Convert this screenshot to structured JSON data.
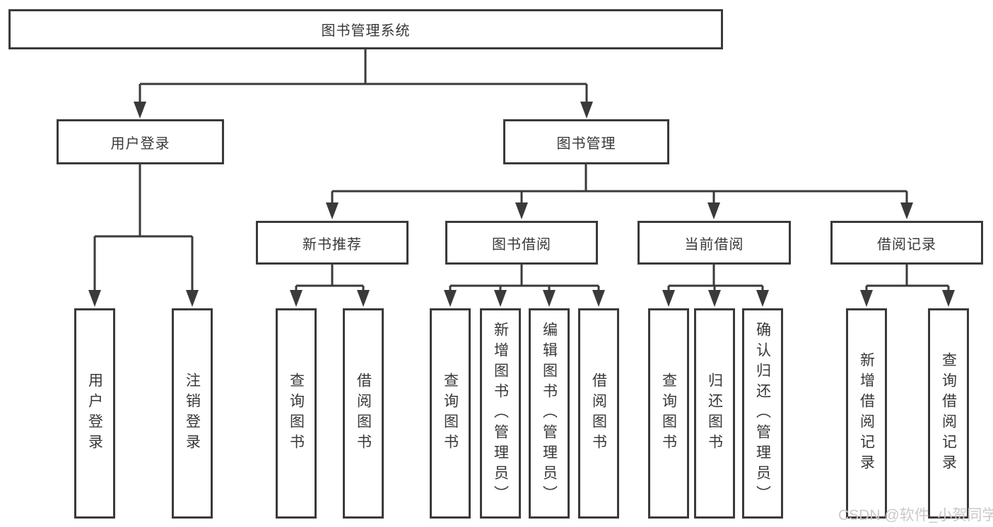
{
  "diagram": {
    "root": {
      "label": "图书管理系统"
    },
    "level2": {
      "user_login": {
        "label": "用户登录"
      },
      "book_mgmt": {
        "label": "图书管理"
      }
    },
    "level3": {
      "new_books": {
        "label": "新书推荐"
      },
      "book_borrow": {
        "label": "图书借阅"
      },
      "current_borrow": {
        "label": "当前借阅"
      },
      "borrow_records": {
        "label": "借阅记录"
      }
    },
    "leaves": {
      "user_login": [
        "用户登录",
        "注销登录"
      ],
      "new_books": [
        "查询图书",
        "借阅图书"
      ],
      "book_borrow": [
        "查询图书",
        "新增图书（管理员）",
        "编辑图书（管理员）",
        "借阅图书"
      ],
      "current_borrow": [
        "查询图书",
        "归还图书",
        "确认归还（管理员）"
      ],
      "borrow_records": [
        "新增借阅记录",
        "查询借阅记录"
      ]
    }
  },
  "watermark": "CSDN @软件_小贺同学",
  "colors": {
    "line": "#3a3a3a",
    "text": "#383838",
    "watermark": "#c9c9c9",
    "background": "#ffffff"
  }
}
